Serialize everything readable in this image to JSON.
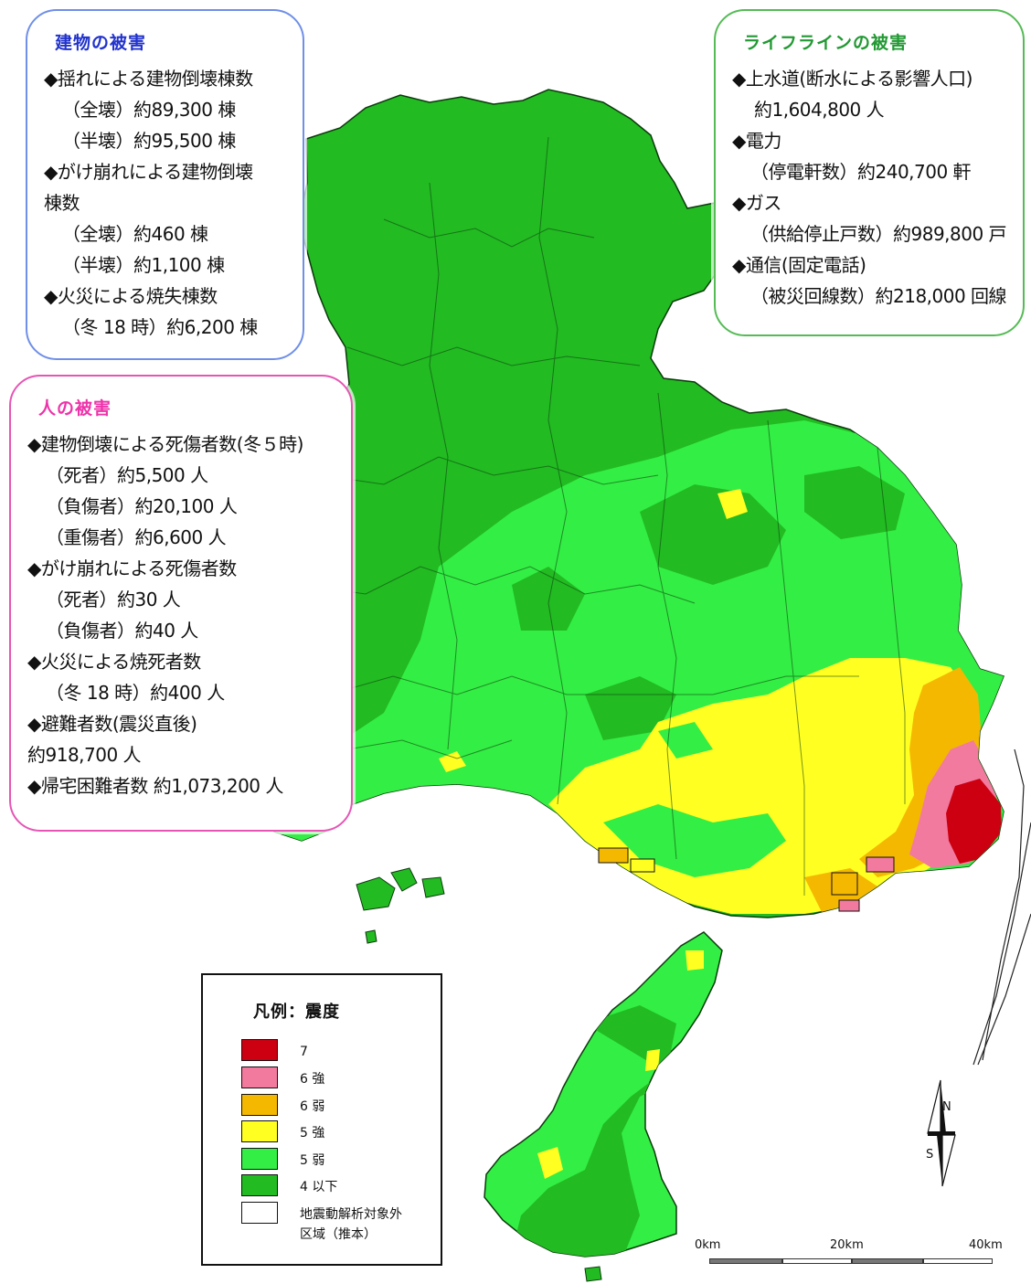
{
  "colors": {
    "intensity_7": "#cc0011",
    "intensity_6_upper": "#f27a9e",
    "intensity_6_lower": "#f5b800",
    "intensity_5_upper": "#ffff22",
    "intensity_5_lower": "#33ee44",
    "intensity_4_or_less": "#22bb22",
    "outside_area": "#ffffff"
  },
  "buildings_box": {
    "title": "建物の被害",
    "line1": "◆揺れによる建物倒壊棟数",
    "line2": "（全壊）約89,300 棟",
    "line3": "（半壊）約95,500 棟",
    "line4": "◆がけ崩れによる建物倒壊",
    "line5": "棟数",
    "line6": "（全壊）約460 棟",
    "line7": "（半壊）約1,100 棟",
    "line8": "◆火災による焼失棟数",
    "line9": "（冬 18 時）約6,200 棟"
  },
  "lifelines_box": {
    "title": "ライフラインの被害",
    "line1": "◆上水道(断水による影響人口)",
    "line2": "約1,604,800 人",
    "line3": "◆電力",
    "line4": "（停電軒数）約240,700 軒",
    "line5": "◆ガス",
    "line6": "（供給停止戸数）約989,800 戸",
    "line7": "◆通信(固定電話)",
    "line8": "（被災回線数）約218,000 回線"
  },
  "people_box": {
    "title": "人の被害",
    "line1": "◆建物倒壊による死傷者数(冬５時)",
    "line2": "（死者）約5,500 人",
    "line3": "（負傷者）約20,100 人",
    "line4": "（重傷者）約6,600 人",
    "line5": "◆がけ崩れによる死傷者数",
    "line6": "（死者）約30 人",
    "line7": "（負傷者）約40 人",
    "line8": "◆火災による焼死者数",
    "line9": "（冬 18 時）約400 人",
    "line10": "◆避難者数(震災直後)",
    "line11": "約918,700 人",
    "line12": "◆帰宅困難者数 約1,073,200 人"
  },
  "legend": {
    "title": "凡例：震度",
    "items": [
      {
        "label": "7"
      },
      {
        "label": "6 強"
      },
      {
        "label": "6 弱"
      },
      {
        "label": "5 強"
      },
      {
        "label": "5 弱"
      },
      {
        "label": "4 以下"
      },
      {
        "label": "地震動解析対象外",
        "label2": "区域（推本）"
      }
    ]
  },
  "scale": {
    "label_0": "0km",
    "label_20": "20km",
    "label_40": "40km"
  },
  "north_arrow": {
    "n": "N",
    "s": "S"
  }
}
